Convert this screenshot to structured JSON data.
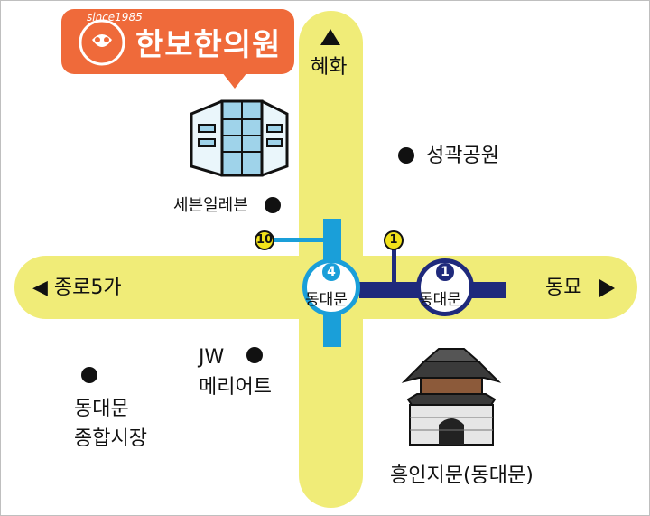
{
  "colors": {
    "road": "#f0ec78",
    "line4": "#1a9fd9",
    "line1": "#1f2a7c",
    "line_badge": "#f2e21a",
    "logo_bg": "#ef6a3a"
  },
  "logo": {
    "text": "한보한의원",
    "since": "since1985"
  },
  "directions": {
    "north": "혜화",
    "west": "◀ 종로5가",
    "east": "동묘"
  },
  "landmarks": {
    "seongak": "성곽공원",
    "seven_eleven": "세븐일레븐",
    "jw_line1": "JW",
    "jw_line2": "메리어트",
    "market_line1": "동대문",
    "market_line2": "종합시장",
    "gate": "흥인지문(동대문)"
  },
  "stations": {
    "line4": {
      "number": "4",
      "name": "동대문"
    },
    "line1": {
      "number": "1",
      "name": "동대문"
    }
  },
  "exits": {
    "exit10": "10",
    "exit1": "1"
  },
  "icons": {
    "building": "building-icon",
    "gate": "gate-icon",
    "north_arrow": "triangle-up-icon",
    "east_arrow": "triangle-right-icon"
  }
}
